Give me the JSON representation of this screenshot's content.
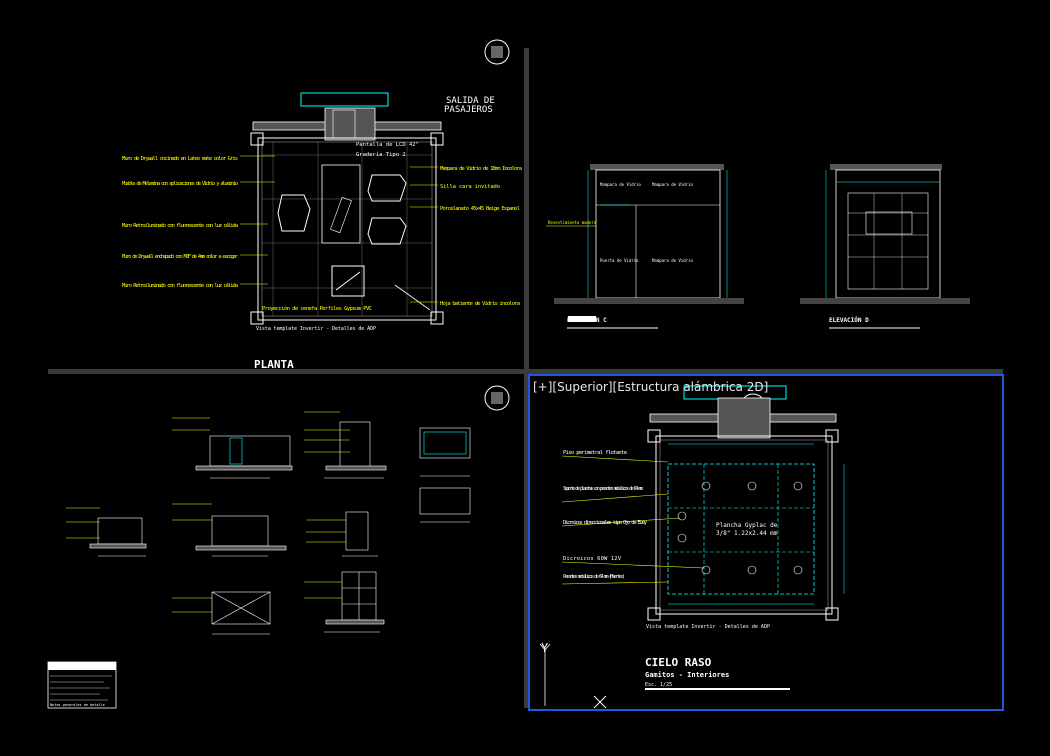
{
  "viewport": {
    "label": "[+][Superior][Estructura alámbrica 2D]",
    "active_border_color": "#1e5ad8"
  },
  "colors": {
    "background": "#000000",
    "line": "#ffffff",
    "annotation": "#ffff00",
    "dimension": "#00ffff",
    "hatch": "#808080"
  },
  "plan": {
    "title": "SALIDA DE PASAJEROS",
    "title_line1": "SALIDA DE",
    "title_line2": "PASAJEROS",
    "labels_left": [
      "Muro de Drywall cocinado en Latex mate color Gris",
      "Mueble de Melamina con aplicaciones de Vidrio y aluminio",
      "Muro Retroiluminado con fluorescente con luz cálida",
      "Muro de Drywall enchapado con MDF de 4mm color a escoger",
      "Muro Retroiluminado con fluorescente con luz cálida"
    ],
    "labels_right": [
      "Mampara de Vidrio de 10mm Incolora",
      "Silla cara invitado",
      "Porcelanato 45x45 Beige Espanol",
      "Hoja batiente de Vidrio incolora"
    ],
    "label_top": "Pantalla de LCD 42\"",
    "label_top2": "Gradería Tipo 2",
    "label_bottom": "Proyección de cenefa Perfiles Gypsum PVC",
    "footer": "Vista template Invertir - Detalles de ADP",
    "heading": "PLANTA"
  },
  "elev_c": {
    "title": "ELEVACIÓN C",
    "label_left": "Revestimiento madera"
  },
  "elev_d": {
    "title": "ELEVACIÓN D"
  },
  "ceiling": {
    "labels_left": [
      "Piso perimetral flotante",
      "Soporte de planchas con perantes metalicos de 64 mm",
      "Dicroicos direccionales tipo Ojo de Buey",
      "Dicroicos 60W 12V",
      "Parantes metalicos de 64 mm (Muertes)"
    ],
    "center_label_line1": "Plancha Gyplac de",
    "center_label_line2": "3/8\" 1.22x2.44 mm",
    "footer": "Vista template Invertir - Detalles de ADP",
    "title": "CIELO RASO",
    "subtitle": "Gamitos - Interiores",
    "scale": "Esc. 1/25"
  },
  "details": {
    "notes": "Notas generales de detalle"
  },
  "ucs": {
    "y_label": "Y"
  }
}
